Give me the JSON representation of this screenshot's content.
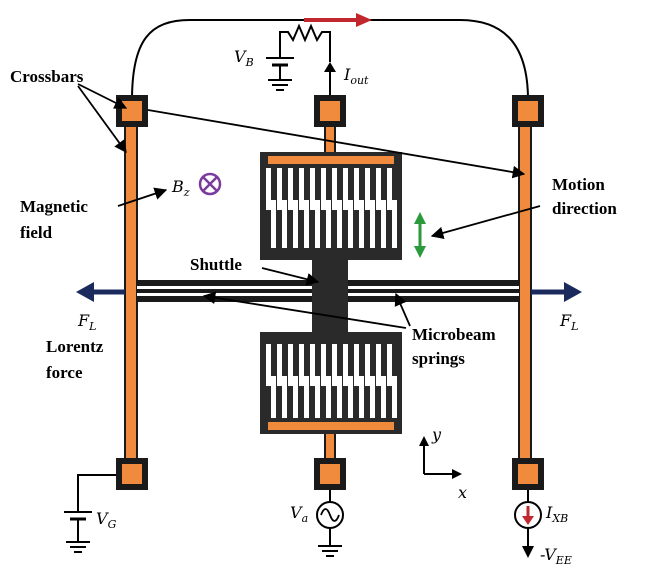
{
  "labels": {
    "crossbars": "Crossbars",
    "magnetic_1": "Magnetic",
    "magnetic_2": "field",
    "shuttle": "Shuttle",
    "motion_1": "Motion",
    "motion_2": "direction",
    "lorentz_1": "Lorentz",
    "lorentz_2": "force",
    "microbeam_1": "Microbeam",
    "microbeam_2": "springs"
  },
  "symbols": {
    "vb_main": "V",
    "vb_sub": "B",
    "iout_main": "I",
    "iout_sub": "out",
    "bz_main": "B",
    "bz_sub": "z",
    "fl_main": "F",
    "fl_sub": "L",
    "vg_main": "V",
    "vg_sub": "G",
    "va_main": "V",
    "va_sub": "a",
    "ixb_main": "I",
    "ixb_sub": "XB",
    "vee_prefix": "-V",
    "vee_sub": "EE",
    "axis_x": "x",
    "axis_y": "y"
  },
  "colors": {
    "crossbar": "#f08a3c",
    "force_arrow": "#1a2a5c",
    "current_arrow": "#c0282d",
    "motion_arrow": "#2a9a3a",
    "magnetic_symbol": "#7a3b9e"
  }
}
